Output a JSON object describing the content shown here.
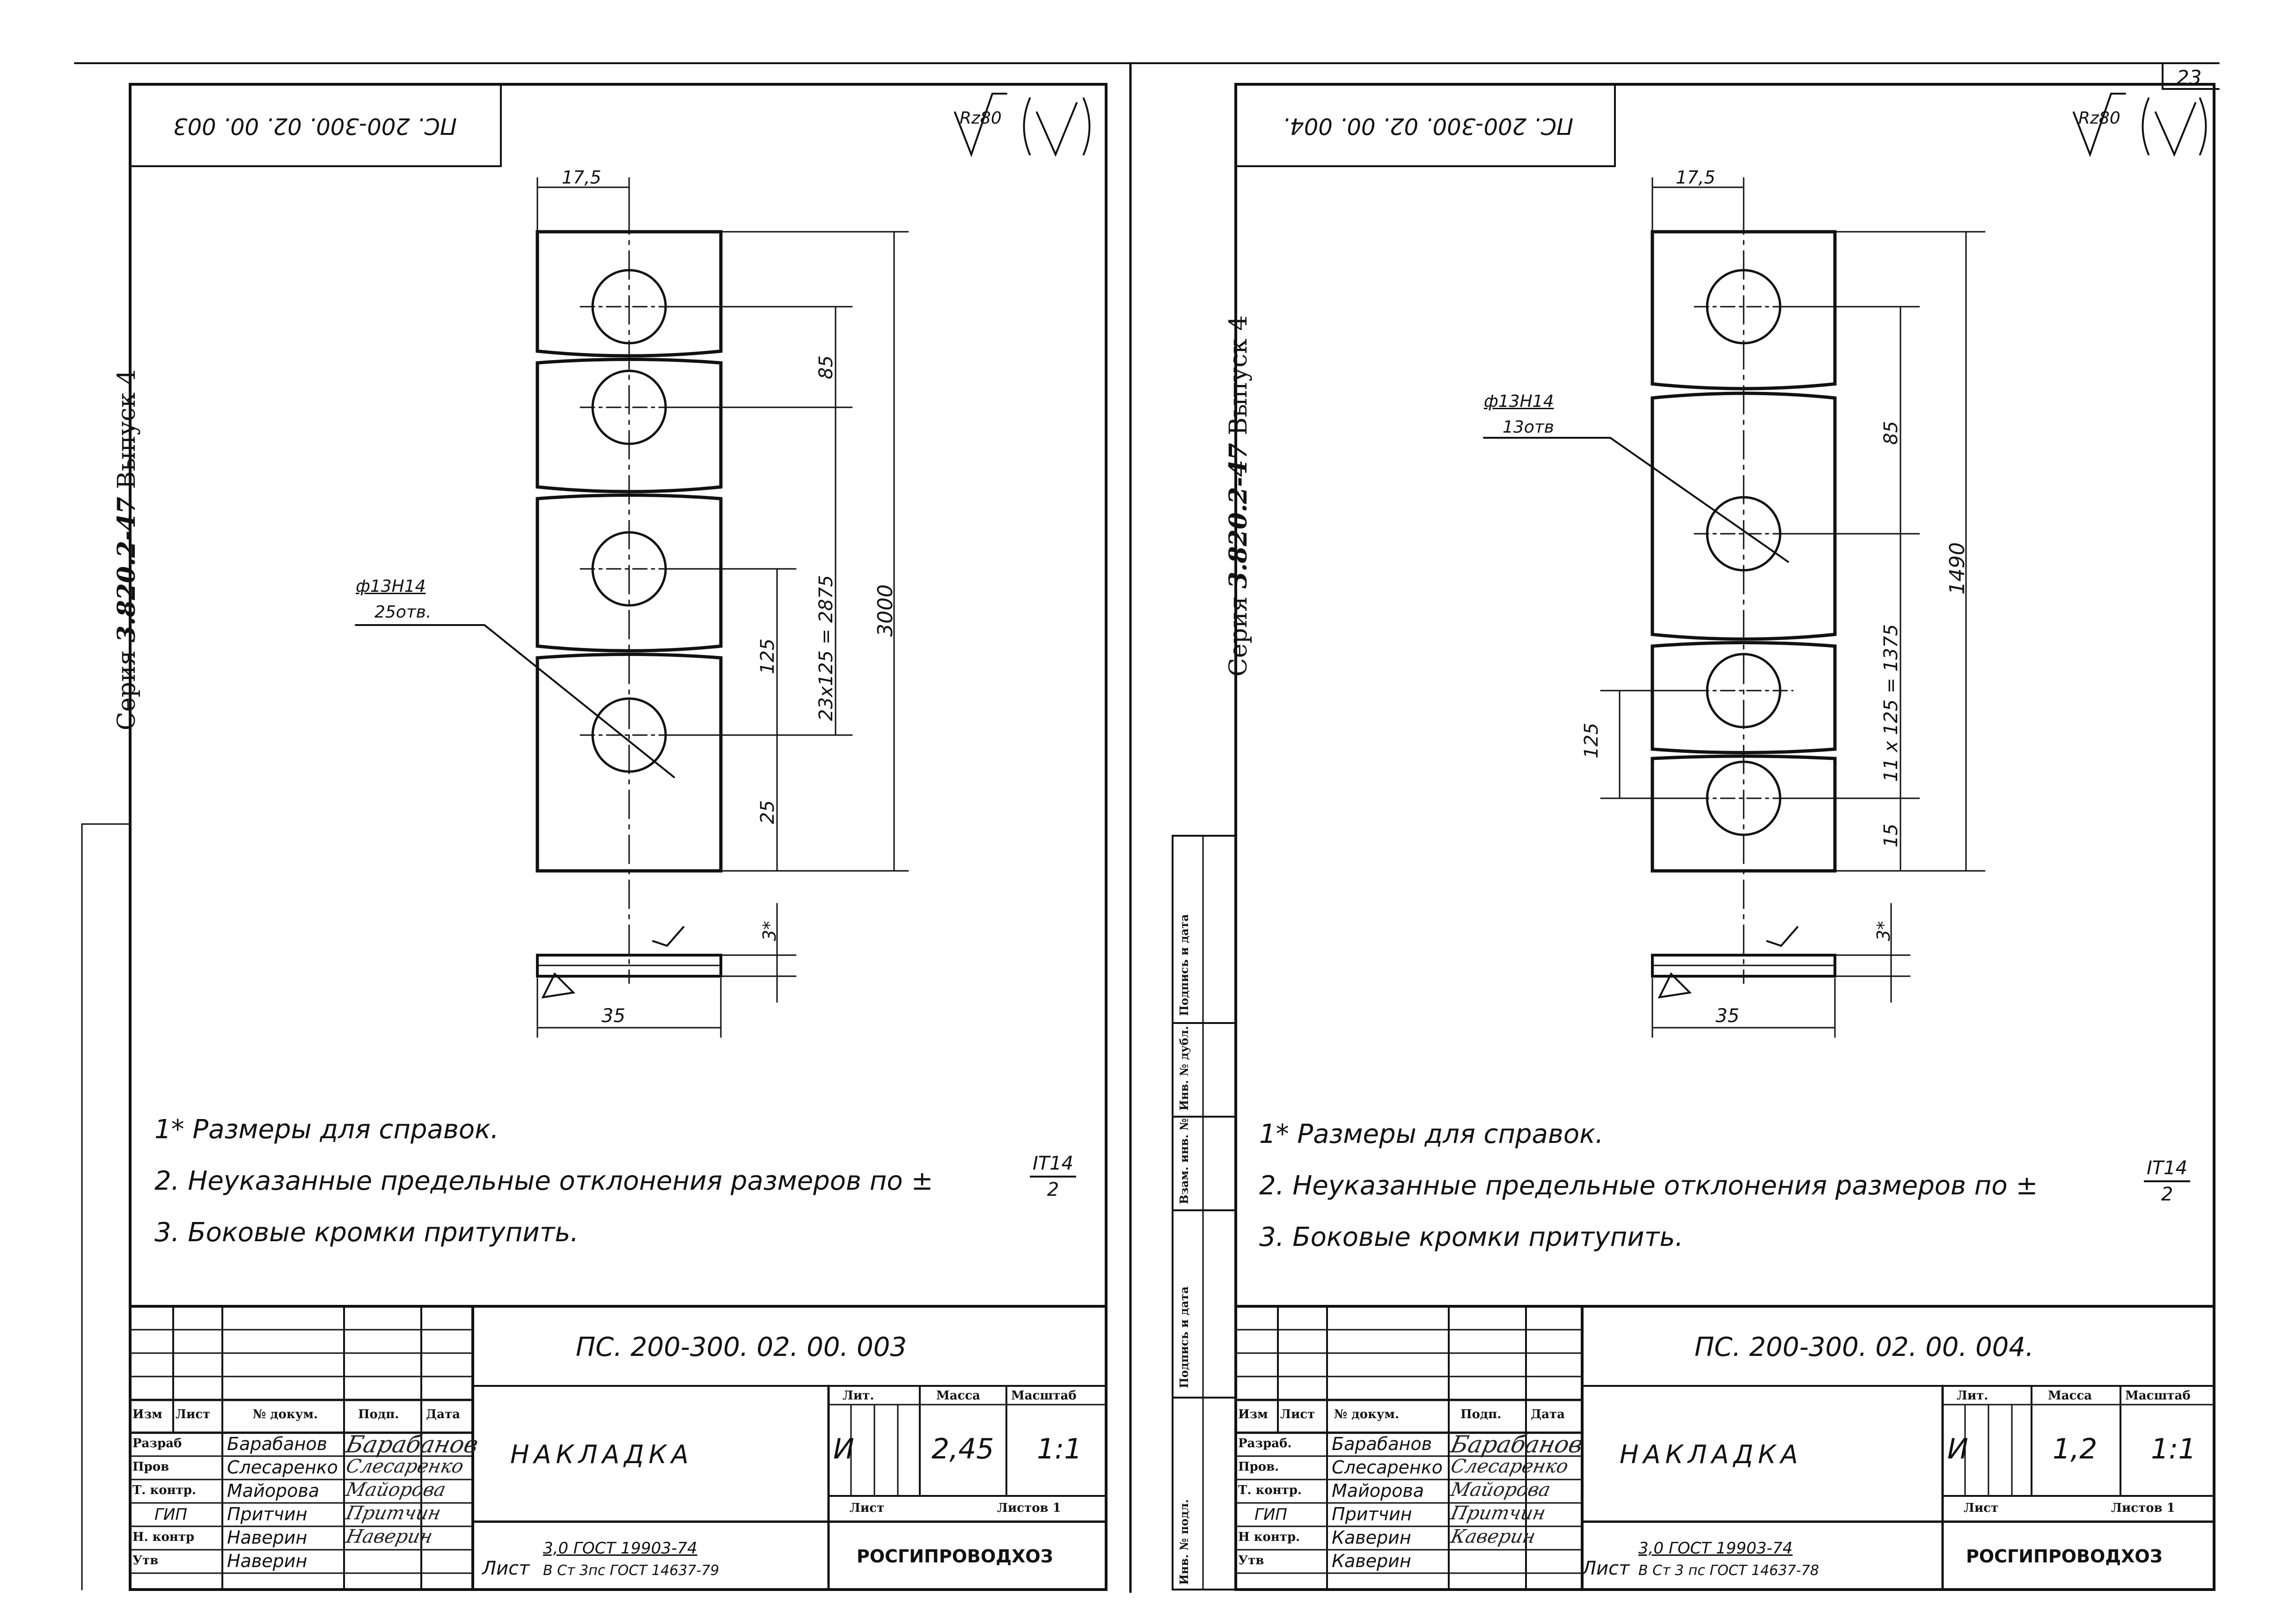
{
  "page_number": "23",
  "side_label": {
    "series": "Серия",
    "series_num": "3.820.2-47",
    "issue": "Выпуск 4"
  },
  "side_stamp": {
    "podpis_data_top": "Подпись и дата",
    "inv_dubl": "Инв. № дубл.",
    "vzam_inv": "Взам. инв. №",
    "podpis_data_bottom": "Подпись и дата",
    "inv_podl": "Инв. № подл."
  },
  "left_sheet": {
    "mirrored_code": "ПС. 200-300. 02. 00. 003",
    "roughness": "Rz80",
    "dim_width_top": "17,5",
    "dim_85": "85",
    "dim_125": "125",
    "dim_25": "25",
    "dim_chain": "23х125 = 2875",
    "dim_total": "3000",
    "hole_dia": "ф13Н14",
    "hole_count": "25отв.",
    "dim_3": "3*",
    "dim_35": "35",
    "note1": "1* Размеры  для  справок.",
    "note2": "2. Неуказанные  предельные  отклонения  размеров  по ±",
    "note2_num": "IT14",
    "note2_den": "2",
    "note3": "3. Боковые  кромки  притупить.",
    "tb_code": "ПС. 200-300.  02. 00. 003",
    "tb_title": "НАКЛАДКА",
    "h_izm": "Изм",
    "h_list": "Лист",
    "h_doc": "№ докум.",
    "h_podp": "Подп.",
    "h_date": "Дата",
    "r1_role": "Разраб",
    "r1_name": "Барабанов",
    "r2_role": "Пров",
    "r2_name": "Слесаренко",
    "r3_role": "Т. контр.",
    "r3_name": "Майорова",
    "r4_role": "ГИП",
    "r4_name": "Притчин",
    "r5_role": "Н. контр",
    "r5_name": "Наверин",
    "r6_role": "Утв",
    "r6_name": "Наверин",
    "lit_h": "Лит.",
    "mass_h": "Масса",
    "scale_h": "Масштаб",
    "lit_v": "И",
    "mass_v": "2,45",
    "scale_v": "1:1",
    "sheet_h": "Лист",
    "sheets_h": "Листов 1",
    "mat_prefix": "Лист",
    "mat_top": "3,0 ГОСТ 19903-74",
    "mat_bottom": "В Ст 3пс  ГОСТ 14637-79",
    "org": "РОСГИПРОВОДХОЗ"
  },
  "right_sheet": {
    "mirrored_code": "ПС. 200-300. 02. 00. 004.",
    "roughness": "Rz80",
    "dim_width_top": "17,5",
    "dim_85": "85",
    "dim_125": "125",
    "dim_15": "15",
    "dim_chain": "11 х 125 = 1375",
    "dim_total": "1490",
    "hole_dia": "ф13Н14",
    "hole_count": "13отв",
    "dim_3": "3*",
    "dim_35": "35",
    "note1": "1*  Размеры  для справок.",
    "note2": "2.  Неуказанные   предельные   отклонения  размеров  по ±",
    "note2_num": "IT14",
    "note2_den": "2",
    "note3": "3.  Боковые  кромки  притупить.",
    "tb_code": "ПС. 200-300.  02. 00. 004.",
    "tb_title": "НАКЛАДКА",
    "h_izm": "Изм",
    "h_list": "Лист",
    "h_doc": "№ докум.",
    "h_podp": "Подп.",
    "h_date": "Дата",
    "r1_role": "Разраб.",
    "r1_name": "Барабанов",
    "r2_role": "Пров.",
    "r2_name": "Слесаренко",
    "r3_role": "Т. контр.",
    "r3_name": "Майорова",
    "r4_role": "ГИП",
    "r4_name": "Притчин",
    "r5_role": "Н контр.",
    "r5_name": "Каверин",
    "r6_role": "Утв",
    "r6_name": "Каверин",
    "lit_h": "Лит.",
    "mass_h": "Масса",
    "scale_h": "Масштаб",
    "lit_v": "И",
    "mass_v": "1,2",
    "scale_v": "1:1",
    "sheet_h": "Лист",
    "sheets_h": "Листов 1",
    "mat_prefix": "Лист",
    "mat_top": "3,0 ГОСТ 19903-74",
    "mat_bottom": "В Ст 3 пс  ГОСТ 14637-78",
    "org": "РОСГИПРОВОДХОЗ"
  },
  "signatures": {
    "left_r1": "Барабанов",
    "left_r2": "Слесаренко",
    "left_r3": "Майорова",
    "left_r4": "Притчин",
    "left_r5": "Наверин",
    "right_r1": "Барабанов",
    "right_r2": "Слесаренко",
    "right_r3": "Майорова",
    "right_r4": "Притчин",
    "right_r5": "Каверин"
  }
}
